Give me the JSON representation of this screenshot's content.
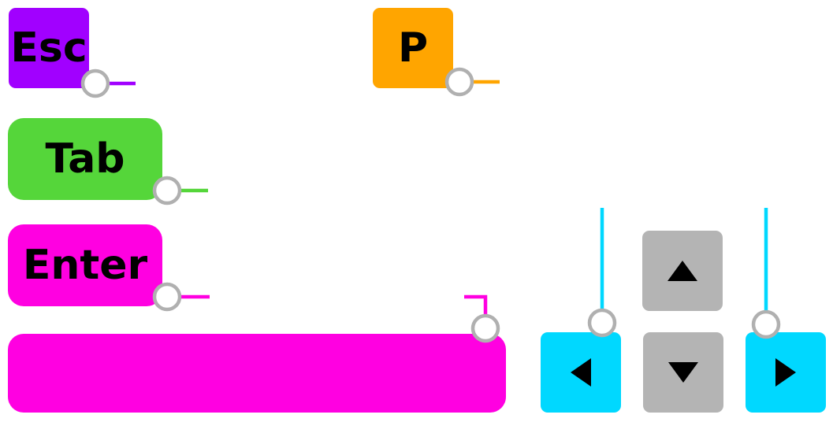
{
  "colors": {
    "esc": "#a100ff",
    "p": "#ffa500",
    "tab": "#55d63a",
    "enter": "#ff00e1",
    "space": "#ff00e1",
    "arrow_active": "#00d8ff",
    "arrow_inactive": "#b4b4b4",
    "pin_border": "#b0b0b0",
    "pin_fill": "#ffffff"
  },
  "keys": {
    "esc": {
      "label": "Esc"
    },
    "p": {
      "label": "P"
    },
    "tab": {
      "label": "Tab"
    },
    "enter": {
      "label": "Enter"
    },
    "space": {
      "label": ""
    },
    "up": {
      "icon": "triangle-up-icon"
    },
    "down": {
      "icon": "triangle-down-icon"
    },
    "left": {
      "icon": "triangle-left-icon"
    },
    "right": {
      "icon": "triangle-right-icon"
    }
  }
}
